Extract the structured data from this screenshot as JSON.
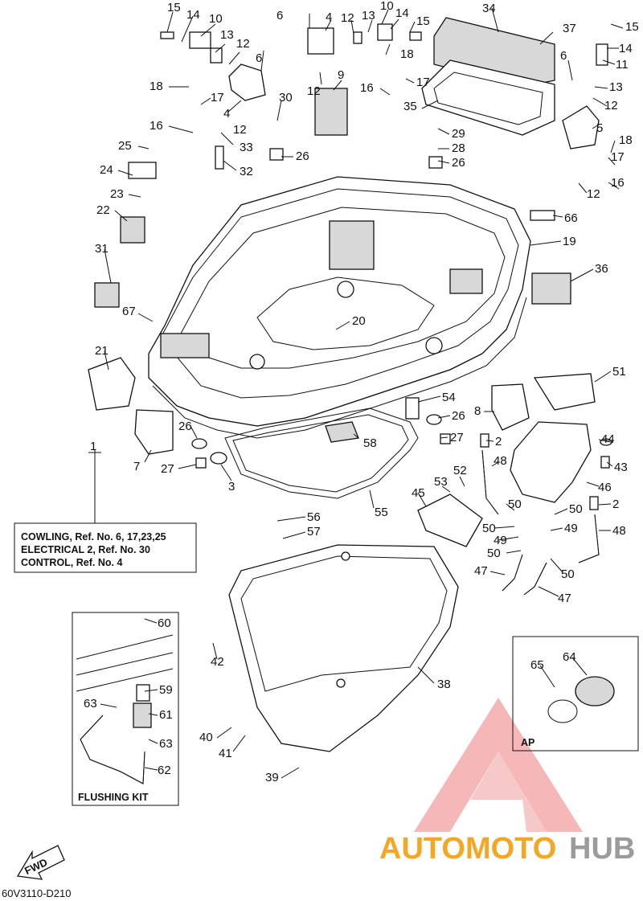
{
  "diagram": {
    "callouts": [
      {
        "id": "c15a",
        "text": "15"
      },
      {
        "id": "c14a",
        "text": "14"
      },
      {
        "id": "c10a",
        "text": "10"
      },
      {
        "id": "c13a",
        "text": "13"
      },
      {
        "id": "c12a",
        "text": "12"
      },
      {
        "id": "c6a",
        "text": "6"
      },
      {
        "id": "c6b",
        "text": "6"
      },
      {
        "id": "c4a",
        "text": "4"
      },
      {
        "id": "c12b",
        "text": "12"
      },
      {
        "id": "c13b",
        "text": "13"
      },
      {
        "id": "c10b",
        "text": "10"
      },
      {
        "id": "c14b",
        "text": "14"
      },
      {
        "id": "c15b",
        "text": "15"
      },
      {
        "id": "c34",
        "text": "34"
      },
      {
        "id": "c37",
        "text": "37"
      },
      {
        "id": "c15c",
        "text": "15"
      },
      {
        "id": "c14c",
        "text": "14"
      },
      {
        "id": "c11",
        "text": "11"
      },
      {
        "id": "c18a",
        "text": "18"
      },
      {
        "id": "c17a",
        "text": "17"
      },
      {
        "id": "c4b",
        "text": "4"
      },
      {
        "id": "c12c",
        "text": "12"
      },
      {
        "id": "c16a",
        "text": "16"
      },
      {
        "id": "c30",
        "text": "30"
      },
      {
        "id": "c9",
        "text": "9"
      },
      {
        "id": "c12d",
        "text": "12"
      },
      {
        "id": "c18b",
        "text": "18"
      },
      {
        "id": "c16b",
        "text": "16"
      },
      {
        "id": "c17b",
        "text": "17"
      },
      {
        "id": "c35",
        "text": "35"
      },
      {
        "id": "c6c",
        "text": "6"
      },
      {
        "id": "c13c",
        "text": "13"
      },
      {
        "id": "c12e",
        "text": "12"
      },
      {
        "id": "c33",
        "text": "33"
      },
      {
        "id": "c29",
        "text": "29"
      },
      {
        "id": "c28",
        "text": "28"
      },
      {
        "id": "c26a",
        "text": "26"
      },
      {
        "id": "c26b",
        "text": "26"
      },
      {
        "id": "c5",
        "text": "5"
      },
      {
        "id": "c18c",
        "text": "18"
      },
      {
        "id": "c25",
        "text": "25"
      },
      {
        "id": "c32",
        "text": "32"
      },
      {
        "id": "c24",
        "text": "24"
      },
      {
        "id": "c17c",
        "text": "17"
      },
      {
        "id": "c16c",
        "text": "16"
      },
      {
        "id": "c12f",
        "text": "12"
      },
      {
        "id": "c23",
        "text": "23"
      },
      {
        "id": "c22",
        "text": "22"
      },
      {
        "id": "c66",
        "text": "66"
      },
      {
        "id": "c19",
        "text": "19"
      },
      {
        "id": "c31",
        "text": "31"
      },
      {
        "id": "c36",
        "text": "36"
      },
      {
        "id": "c67",
        "text": "67"
      },
      {
        "id": "c20",
        "text": "20"
      },
      {
        "id": "c21",
        "text": "21"
      },
      {
        "id": "c51",
        "text": "51"
      },
      {
        "id": "c54",
        "text": "54"
      },
      {
        "id": "c8",
        "text": "8"
      },
      {
        "id": "c26c",
        "text": "26"
      },
      {
        "id": "c26d",
        "text": "26"
      },
      {
        "id": "c44",
        "text": "44"
      },
      {
        "id": "c1",
        "text": "1"
      },
      {
        "id": "c58",
        "text": "58"
      },
      {
        "id": "c27a",
        "text": "27"
      },
      {
        "id": "c2a",
        "text": "2"
      },
      {
        "id": "c7",
        "text": "7"
      },
      {
        "id": "c27b",
        "text": "27"
      },
      {
        "id": "c43",
        "text": "43"
      },
      {
        "id": "c48a",
        "text": "48"
      },
      {
        "id": "c3",
        "text": "3"
      },
      {
        "id": "c52",
        "text": "52"
      },
      {
        "id": "c53",
        "text": "53"
      },
      {
        "id": "c46",
        "text": "46"
      },
      {
        "id": "c55",
        "text": "55"
      },
      {
        "id": "c45",
        "text": "45"
      },
      {
        "id": "c50a",
        "text": "50"
      },
      {
        "id": "c50b",
        "text": "50"
      },
      {
        "id": "c2b",
        "text": "2"
      },
      {
        "id": "c56",
        "text": "56"
      },
      {
        "id": "c50c",
        "text": "50"
      },
      {
        "id": "c49a",
        "text": "49"
      },
      {
        "id": "c49b",
        "text": "49"
      },
      {
        "id": "c48b",
        "text": "48"
      },
      {
        "id": "c57",
        "text": "57"
      },
      {
        "id": "c50d",
        "text": "50"
      },
      {
        "id": "c50e",
        "text": "50"
      },
      {
        "id": "c47a",
        "text": "47"
      },
      {
        "id": "c47b",
        "text": "47"
      },
      {
        "id": "c60",
        "text": "60"
      },
      {
        "id": "c42",
        "text": "42"
      },
      {
        "id": "c64",
        "text": "64"
      },
      {
        "id": "c65",
        "text": "65"
      },
      {
        "id": "c38",
        "text": "38"
      },
      {
        "id": "c59",
        "text": "59"
      },
      {
        "id": "c63a",
        "text": "63"
      },
      {
        "id": "c61",
        "text": "61"
      },
      {
        "id": "c63b",
        "text": "63"
      },
      {
        "id": "c40",
        "text": "40"
      },
      {
        "id": "c41",
        "text": "41"
      },
      {
        "id": "c62",
        "text": "62"
      },
      {
        "id": "c39",
        "text": "39"
      }
    ],
    "reference_box": {
      "lines": [
        "COWLING, Ref. No. 6, 17,23,25",
        "ELECTRICAL 2, Ref. No. 30",
        "CONTROL, Ref. No. 4"
      ]
    },
    "flushing_kit_label": "FLUSHING KIT",
    "ap_label": "AP",
    "fwd_label": "FWD",
    "figure_code": "60V3110-D210"
  },
  "watermark": {
    "brand_part1": "AUTOMOTO",
    "brand_part2": "HUB",
    "color_part1": "#f5a623",
    "color_part2": "#9b9b9b",
    "logo_color": "#f08a8a"
  }
}
